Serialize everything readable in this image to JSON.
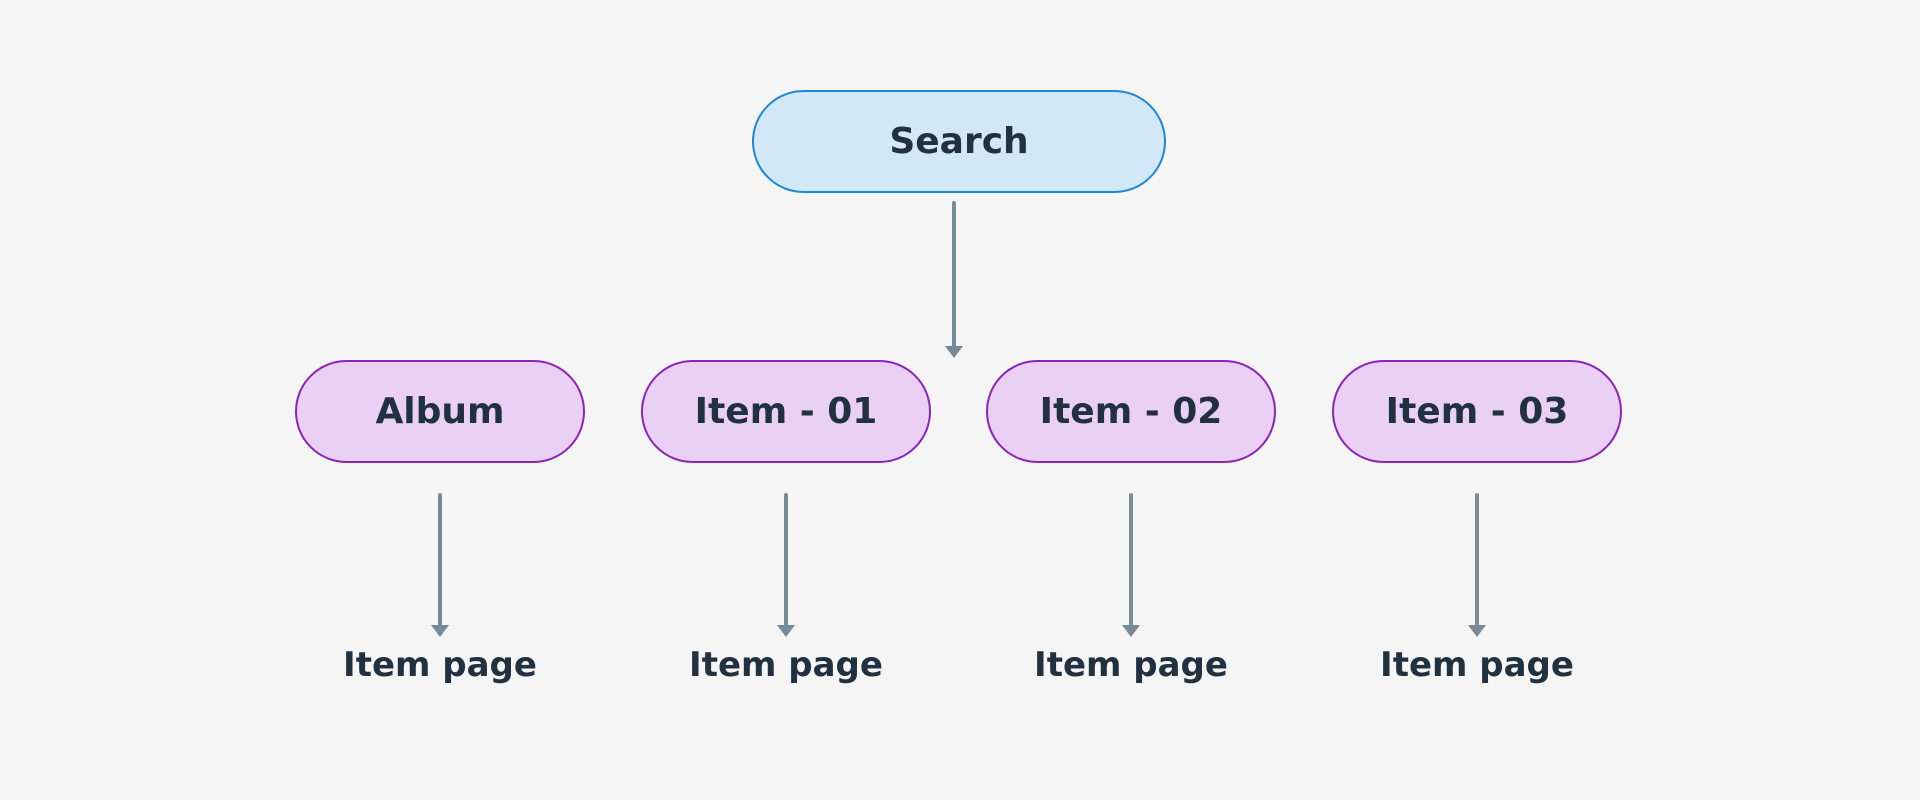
{
  "diagram": {
    "root": {
      "label": "Search"
    },
    "children": [
      {
        "label": "Album",
        "leaf": "Item page"
      },
      {
        "label": "Item - 01",
        "leaf": "Item page"
      },
      {
        "label": "Item - 02",
        "leaf": "Item page"
      },
      {
        "label": "Item - 03",
        "leaf": "Item page"
      }
    ],
    "colors": {
      "background": "#f5f5f6",
      "root_fill": "#d2e8f7",
      "root_border": "#1e88d4",
      "child_fill": "#e9d0f4",
      "child_border": "#8a25b9",
      "arrow": "#778a97",
      "text": "#22313f"
    }
  }
}
